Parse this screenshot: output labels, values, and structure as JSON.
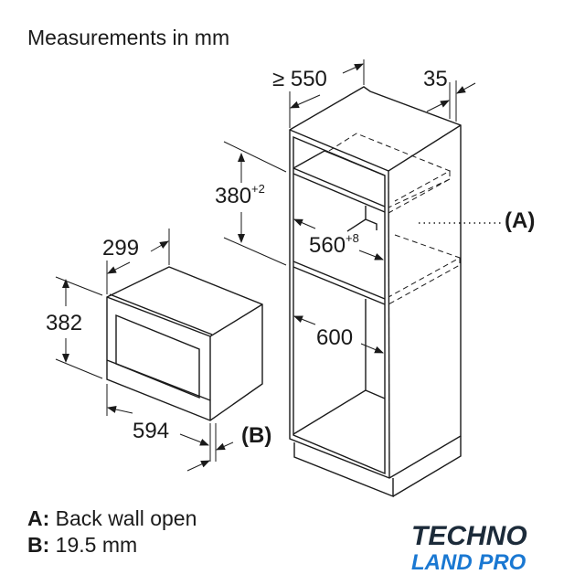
{
  "title": "Measurements in mm",
  "dimensions": {
    "cabinet_depth": "≥ 550",
    "back_gap": "35",
    "niche_height": "380",
    "niche_height_tol": "+2",
    "niche_width": "560",
    "niche_width_tol": "+8",
    "cabinet_inner_width": "600",
    "appliance_depth": "299",
    "appliance_height": "382",
    "appliance_width": "594"
  },
  "callouts": {
    "a": "(A)",
    "b": "(B)"
  },
  "legend": [
    {
      "key": "A:",
      "text": "Back wall open"
    },
    {
      "key": "B:",
      "text": "19.5 mm"
    }
  ],
  "logo": {
    "line1": "TECHNO",
    "line2": "LAND PRO"
  },
  "colors": {
    "ink": "#1a1a1a",
    "logo_dark": "#1c2b3a",
    "logo_blue": "#1a78d2"
  }
}
